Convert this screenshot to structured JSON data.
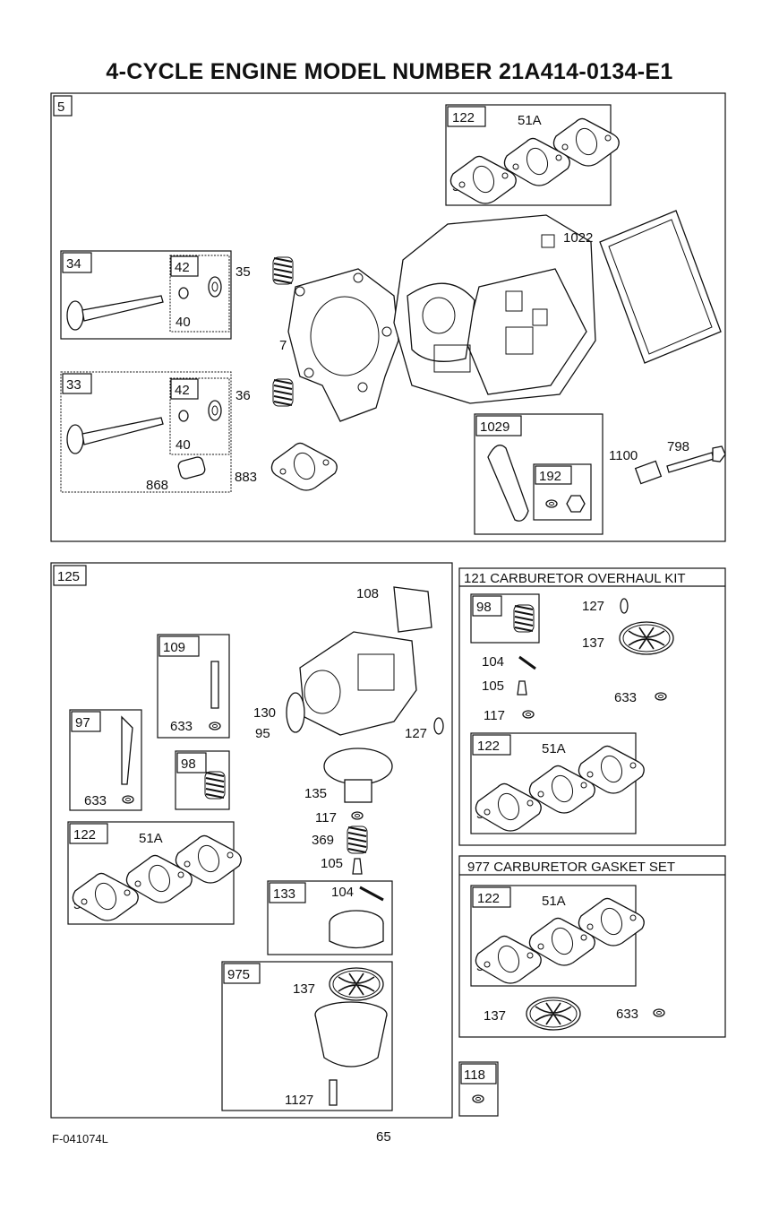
{
  "page": {
    "title": "4-CYCLE ENGINE MODEL NUMBER 21A414-0134-E1",
    "footer_code": "F-041074L",
    "page_number": "65"
  },
  "top_panel": {
    "box_label": "5",
    "intake_valve_box": "34",
    "exhaust_valve_box": "33",
    "retainer_box": "42",
    "retainer_box_b": "42",
    "label_40a": "40",
    "label_40b": "40",
    "label_35": "35",
    "label_36": "36",
    "label_7": "7",
    "label_868": "868",
    "label_883": "883",
    "gasket_kit_box": "122",
    "label_51A": "51A",
    "label_51": "51",
    "label_1022": "1022",
    "rocker_box": "1029",
    "nut_box": "192",
    "label_1100": "1100",
    "label_798": "798"
  },
  "carb_panel": {
    "box_label": "125",
    "label_108": "108",
    "box_109": "109",
    "label_633a": "633",
    "box_97": "97",
    "label_633b": "633",
    "box_98": "98",
    "label_130": "130",
    "label_95": "95",
    "label_127": "127",
    "label_135": "135",
    "label_117": "117",
    "label_369": "369",
    "label_105": "105",
    "box_122": "122",
    "label_51A": "51A",
    "label_51": "51",
    "box_133": "133",
    "label_104": "104",
    "box_975": "975",
    "label_137": "137",
    "label_1127": "1127"
  },
  "overhaul_kit": {
    "header": "121 CARBURETOR OVERHAUL KIT",
    "box_98": "98",
    "label_127": "127",
    "label_137": "137",
    "label_104": "104",
    "label_105": "105",
    "label_633": "633",
    "label_117": "117",
    "box_122": "122",
    "label_51A": "51A",
    "label_51": "51"
  },
  "gasket_set": {
    "header": "977 CARBURETOR GASKET SET",
    "box_122": "122",
    "label_51A": "51A",
    "label_51": "51",
    "label_137": "137",
    "label_633": "633"
  },
  "extra": {
    "box_118": "118"
  }
}
